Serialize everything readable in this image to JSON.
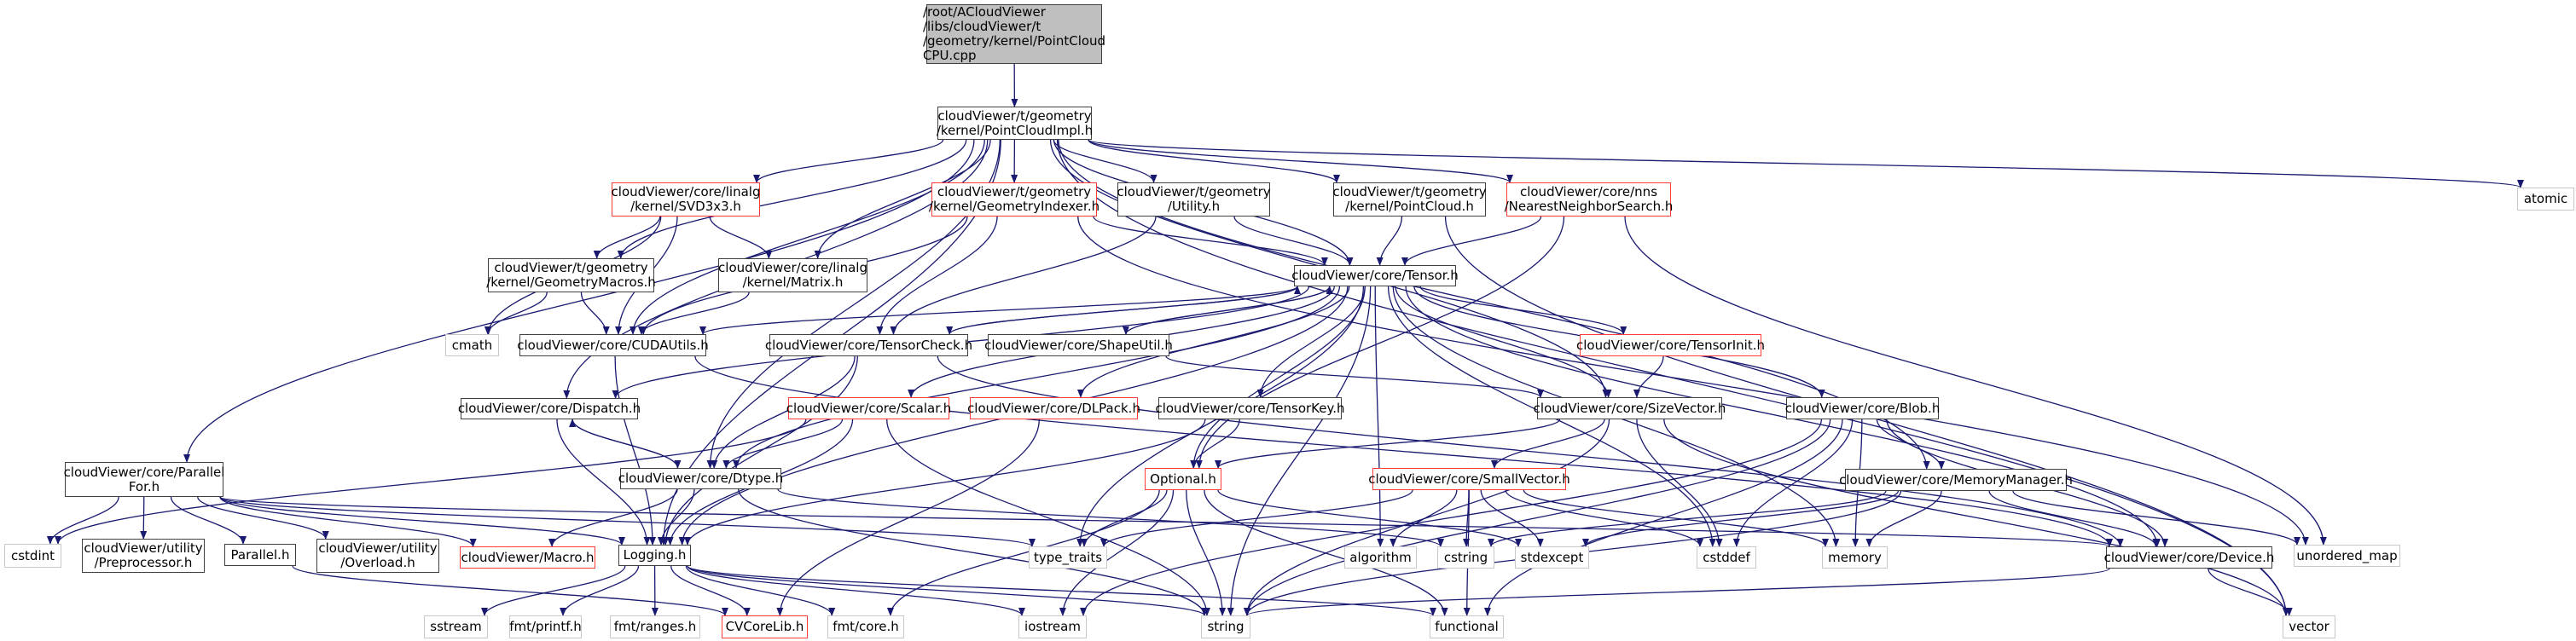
{
  "graph_title": "Include dependency graph for PointCloudCPU.cpp",
  "colors": {
    "edge": "#191970",
    "doc_border": "#404040",
    "undoc_border": "#ff3b3b",
    "sys_border": "#c8c8c8",
    "root_fill": "#bfbfbf"
  },
  "nodes": [
    {
      "id": "root",
      "label": "/root/ACloudViewer\n/libs/cloudViewer/t\n/geometry/kernel/PointCloud\nCPU.cpp",
      "kind": "root"
    },
    {
      "id": "pcimpl",
      "label": "cloudViewer/t/geometry\n/kernel/PointCloudImpl.h",
      "kind": "doc"
    },
    {
      "id": "svd",
      "label": "cloudViewer/core/linalg\n/kernel/SVD3x3.h",
      "kind": "red"
    },
    {
      "id": "gindexer",
      "label": "cloudViewer/t/geometry\n/kernel/GeometryIndexer.h",
      "kind": "red"
    },
    {
      "id": "utility",
      "label": "cloudViewer/t/geometry\n/Utility.h",
      "kind": "doc"
    },
    {
      "id": "pointcloud",
      "label": "cloudViewer/t/geometry\n/kernel/PointCloud.h",
      "kind": "doc"
    },
    {
      "id": "nns",
      "label": "cloudViewer/core/nns\n/NearestNeighborSearch.h",
      "kind": "red"
    },
    {
      "id": "atomic",
      "label": "atomic",
      "kind": "sys"
    },
    {
      "id": "gmacros",
      "label": "cloudViewer/t/geometry\n/kernel/GeometryMacros.h",
      "kind": "doc"
    },
    {
      "id": "matrix",
      "label": "cloudViewer/core/linalg\n/kernel/Matrix.h",
      "kind": "doc"
    },
    {
      "id": "tensor",
      "label": "cloudViewer/core/Tensor.h",
      "kind": "doc"
    },
    {
      "id": "cmath",
      "label": "cmath",
      "kind": "sys"
    },
    {
      "id": "cudautils",
      "label": "cloudViewer/core/CUDAUtils.h",
      "kind": "doc"
    },
    {
      "id": "tensorcheck",
      "label": "cloudViewer/core/TensorCheck.h",
      "kind": "doc"
    },
    {
      "id": "shapeutil",
      "label": "cloudViewer/core/ShapeUtil.h",
      "kind": "doc"
    },
    {
      "id": "tensorinit",
      "label": "cloudViewer/core/TensorInit.h",
      "kind": "red"
    },
    {
      "id": "dispatch",
      "label": "cloudViewer/core/Dispatch.h",
      "kind": "doc"
    },
    {
      "id": "scalar",
      "label": "cloudViewer/core/Scalar.h",
      "kind": "red"
    },
    {
      "id": "dlpack",
      "label": "cloudViewer/core/DLPack.h",
      "kind": "red"
    },
    {
      "id": "tensorkey",
      "label": "cloudViewer/core/TensorKey.h",
      "kind": "doc"
    },
    {
      "id": "sizevector",
      "label": "cloudViewer/core/SizeVector.h",
      "kind": "doc"
    },
    {
      "id": "blob",
      "label": "cloudViewer/core/Blob.h",
      "kind": "doc"
    },
    {
      "id": "parallelfor",
      "label": "cloudViewer/core/Parallel\nFor.h",
      "kind": "doc"
    },
    {
      "id": "dtype",
      "label": "cloudViewer/core/Dtype.h",
      "kind": "doc"
    },
    {
      "id": "optional",
      "label": "Optional.h",
      "kind": "red"
    },
    {
      "id": "smallvector",
      "label": "cloudViewer/core/SmallVector.h",
      "kind": "red"
    },
    {
      "id": "memmgr",
      "label": "cloudViewer/core/MemoryManager.h",
      "kind": "doc"
    },
    {
      "id": "cstdint",
      "label": "cstdint",
      "kind": "sys"
    },
    {
      "id": "preproc",
      "label": "cloudViewer/utility\n/Preprocessor.h",
      "kind": "doc"
    },
    {
      "id": "parallel",
      "label": "Parallel.h",
      "kind": "doc"
    },
    {
      "id": "overload",
      "label": "cloudViewer/utility\n/Overload.h",
      "kind": "doc"
    },
    {
      "id": "macro",
      "label": "cloudViewer/Macro.h",
      "kind": "red"
    },
    {
      "id": "logging",
      "label": "Logging.h",
      "kind": "doc"
    },
    {
      "id": "typetraits",
      "label": "type_traits",
      "kind": "sys"
    },
    {
      "id": "algorithm",
      "label": "algorithm",
      "kind": "sys"
    },
    {
      "id": "cstring",
      "label": "cstring",
      "kind": "sys"
    },
    {
      "id": "stdexcept",
      "label": "stdexcept",
      "kind": "sys"
    },
    {
      "id": "cstddef",
      "label": "cstddef",
      "kind": "sys"
    },
    {
      "id": "memory",
      "label": "memory",
      "kind": "sys"
    },
    {
      "id": "device",
      "label": "cloudViewer/core/Device.h",
      "kind": "doc"
    },
    {
      "id": "unorderedmap",
      "label": "unordered_map",
      "kind": "sys"
    },
    {
      "id": "sstream",
      "label": "sstream",
      "kind": "sys"
    },
    {
      "id": "fmtprintf",
      "label": "fmt/printf.h",
      "kind": "sys"
    },
    {
      "id": "fmtranges",
      "label": "fmt/ranges.h",
      "kind": "sys"
    },
    {
      "id": "cvcorelib",
      "label": "CVCoreLib.h",
      "kind": "red"
    },
    {
      "id": "fmtcore",
      "label": "fmt/core.h",
      "kind": "sys"
    },
    {
      "id": "iostream",
      "label": "iostream",
      "kind": "sys"
    },
    {
      "id": "string",
      "label": "string",
      "kind": "sys"
    },
    {
      "id": "functional",
      "label": "functional",
      "kind": "sys"
    },
    {
      "id": "vector",
      "label": "vector",
      "kind": "sys"
    }
  ],
  "edges": [
    [
      "root",
      "pcimpl"
    ],
    [
      "pcimpl",
      "svd"
    ],
    [
      "pcimpl",
      "gindexer"
    ],
    [
      "pcimpl",
      "utility"
    ],
    [
      "pcimpl",
      "pointcloud"
    ],
    [
      "pcimpl",
      "nns"
    ],
    [
      "pcimpl",
      "atomic"
    ],
    [
      "pcimpl",
      "gmacros"
    ],
    [
      "pcimpl",
      "matrix"
    ],
    [
      "pcimpl",
      "tensor"
    ],
    [
      "pcimpl",
      "cudautils"
    ],
    [
      "pcimpl",
      "dispatch"
    ],
    [
      "pcimpl",
      "parallelfor"
    ],
    [
      "pcimpl",
      "dtype"
    ],
    [
      "pcimpl",
      "logging"
    ],
    [
      "pcimpl",
      "memmgr"
    ],
    [
      "pcimpl",
      "sizevector"
    ],
    [
      "pcimpl",
      "vector"
    ],
    [
      "svd",
      "gmacros"
    ],
    [
      "svd",
      "matrix"
    ],
    [
      "svd",
      "cmath"
    ],
    [
      "svd",
      "cudautils"
    ],
    [
      "gmacros",
      "cmath"
    ],
    [
      "gmacros",
      "cudautils"
    ],
    [
      "matrix",
      "cudautils"
    ],
    [
      "gindexer",
      "tensor"
    ],
    [
      "gindexer",
      "tensorcheck"
    ],
    [
      "gindexer",
      "cudautils"
    ],
    [
      "gindexer",
      "unorderedmap"
    ],
    [
      "utility",
      "tensor"
    ],
    [
      "utility",
      "tensorcheck"
    ],
    [
      "pointcloud",
      "tensor"
    ],
    [
      "pointcloud",
      "vector"
    ],
    [
      "nns",
      "tensor"
    ],
    [
      "nns",
      "optional"
    ],
    [
      "nns",
      "unorderedmap"
    ],
    [
      "tensor",
      "tensorcheck"
    ],
    [
      "tensor",
      "shapeutil"
    ],
    [
      "tensor",
      "tensorinit"
    ],
    [
      "tensor",
      "scalar"
    ],
    [
      "tensor",
      "dlpack"
    ],
    [
      "tensor",
      "tensorkey"
    ],
    [
      "tensor",
      "sizevector"
    ],
    [
      "tensor",
      "blob"
    ],
    [
      "tensor",
      "dtype"
    ],
    [
      "tensor",
      "device"
    ],
    [
      "tensor",
      "cstddef"
    ],
    [
      "tensor",
      "memory"
    ],
    [
      "tensor",
      "string"
    ],
    [
      "tensor",
      "typetraits"
    ],
    [
      "tensor",
      "algorithm"
    ],
    [
      "tensor",
      "cudautils"
    ],
    [
      "tensor",
      "dispatch"
    ],
    [
      "tensor",
      "logging"
    ],
    [
      "tensor",
      "optional"
    ],
    [
      "cudautils",
      "logging"
    ],
    [
      "cudautils",
      "device"
    ],
    [
      "tensorcheck",
      "tensor"
    ],
    [
      "tensorcheck",
      "logging"
    ],
    [
      "tensorcheck",
      "dtype"
    ],
    [
      "tensorcheck",
      "device"
    ],
    [
      "shapeutil",
      "sizevector"
    ],
    [
      "shapeutil",
      "tensor"
    ],
    [
      "tensorinit",
      "sizevector"
    ],
    [
      "dispatch",
      "dtype"
    ],
    [
      "dispatch",
      "logging"
    ],
    [
      "scalar",
      "dtype"
    ],
    [
      "scalar",
      "logging"
    ],
    [
      "scalar",
      "string"
    ],
    [
      "scalar",
      "cstdint"
    ],
    [
      "dlpack",
      "cvcorelib"
    ],
    [
      "tensorkey",
      "optional"
    ],
    [
      "tensorkey",
      "logging"
    ],
    [
      "sizevector",
      "smallvector"
    ],
    [
      "sizevector",
      "optional"
    ],
    [
      "sizevector",
      "string"
    ],
    [
      "sizevector",
      "vector"
    ],
    [
      "sizevector",
      "cstddef"
    ],
    [
      "blob",
      "memmgr"
    ],
    [
      "blob",
      "device"
    ],
    [
      "blob",
      "cstddef"
    ],
    [
      "blob",
      "memory"
    ],
    [
      "blob",
      "string"
    ],
    [
      "blob",
      "functional"
    ],
    [
      "blob",
      "iostream"
    ],
    [
      "parallelfor",
      "cstdint"
    ],
    [
      "parallelfor",
      "preproc"
    ],
    [
      "parallelfor",
      "parallel"
    ],
    [
      "parallelfor",
      "overload"
    ],
    [
      "parallelfor",
      "macro"
    ],
    [
      "parallelfor",
      "logging"
    ],
    [
      "parallelfor",
      "typetraits"
    ],
    [
      "parallelfor",
      "device"
    ],
    [
      "parallel",
      "cvcorelib"
    ],
    [
      "dtype",
      "dispatch"
    ],
    [
      "dtype",
      "macro"
    ],
    [
      "dtype",
      "logging"
    ],
    [
      "dtype",
      "string"
    ],
    [
      "dtype",
      "cstring"
    ],
    [
      "optional",
      "typetraits"
    ],
    [
      "optional",
      "string"
    ],
    [
      "optional",
      "functional"
    ],
    [
      "optional",
      "stdexcept"
    ],
    [
      "optional",
      "fmtcore"
    ],
    [
      "optional",
      "iostream"
    ],
    [
      "smallvector",
      "algorithm"
    ],
    [
      "smallvector",
      "cstring"
    ],
    [
      "smallvector",
      "stdexcept"
    ],
    [
      "smallvector",
      "cstddef"
    ],
    [
      "smallvector",
      "memory"
    ],
    [
      "smallvector",
      "functional"
    ],
    [
      "smallvector",
      "typetraits"
    ],
    [
      "memmgr",
      "memory"
    ],
    [
      "memmgr",
      "device"
    ],
    [
      "memmgr",
      "unorderedmap"
    ],
    [
      "memmgr",
      "string"
    ],
    [
      "memmgr",
      "cstring"
    ],
    [
      "memmgr",
      "stdexcept"
    ],
    [
      "device",
      "string"
    ],
    [
      "device",
      "vector"
    ],
    [
      "logging",
      "sstream"
    ],
    [
      "logging",
      "fmtprintf"
    ],
    [
      "logging",
      "fmtranges"
    ],
    [
      "logging",
      "cvcorelib"
    ],
    [
      "logging",
      "fmtcore"
    ],
    [
      "logging",
      "iostream"
    ],
    [
      "logging",
      "string"
    ],
    [
      "logging",
      "functional"
    ]
  ]
}
